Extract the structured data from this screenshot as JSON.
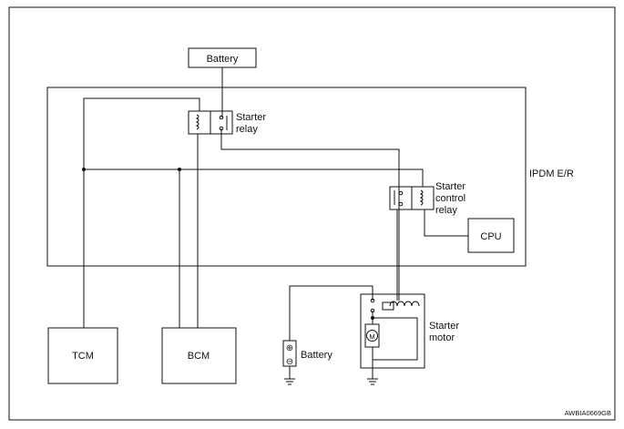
{
  "labels": {
    "battery_top": "Battery",
    "starter_relay_1": "Starter",
    "starter_relay_2": "relay",
    "ipdm": "IPDM E/R",
    "starter_control_1": "Starter",
    "starter_control_2": "control",
    "starter_control_3": "relay",
    "cpu": "CPU",
    "tcm": "TCM",
    "bcm": "BCM",
    "battery_bottom": "Battery",
    "starter_motor_1": "Starter",
    "starter_motor_2": "motor",
    "motor_symbol": "M",
    "plus_sign": "⊕",
    "minus_sign": "⊖",
    "figure_code": "AWBIA0669GB"
  }
}
